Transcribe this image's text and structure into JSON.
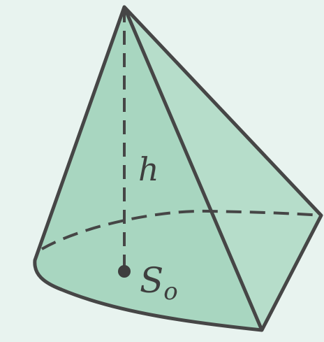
{
  "labels": {
    "height": "h",
    "base_area": "S",
    "base_area_sub": "o"
  },
  "colors": {
    "background": "#e8f3ef",
    "solid_fill": "#a6d5bf",
    "solid_fill_side": "#b4dcc9",
    "edge": "#464646"
  }
}
